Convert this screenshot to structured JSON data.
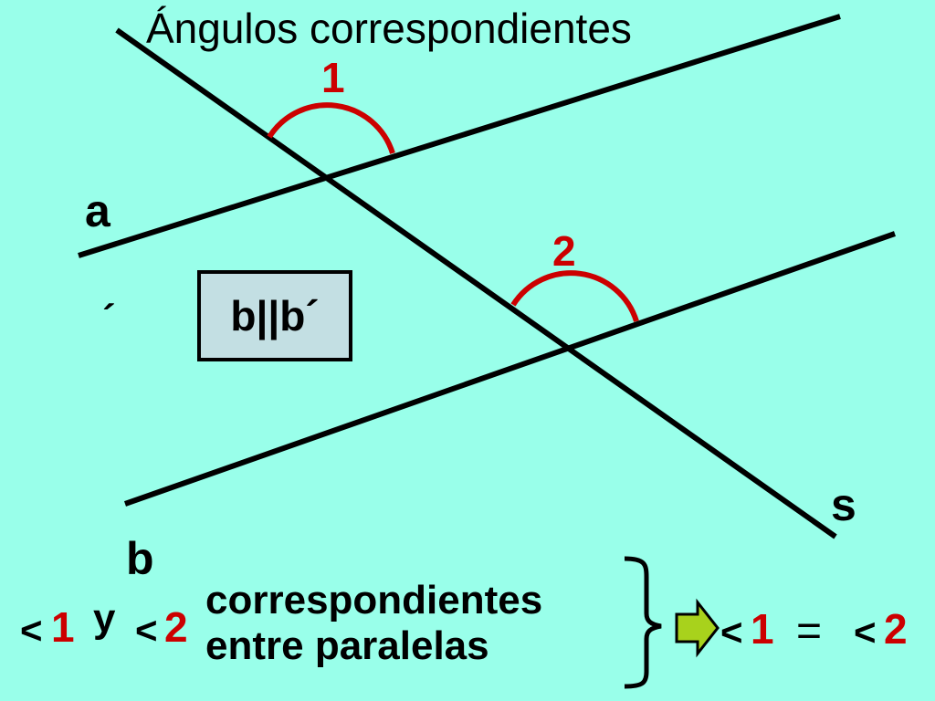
{
  "title": "Ángulos correspondientes",
  "labels": {
    "angle1": "1",
    "angle2": "2",
    "line_a": "a",
    "line_b": "b",
    "line_s": "s",
    "stray_mark": "´"
  },
  "parallel_box": "b||b´",
  "bottom": {
    "lt1": "<",
    "num1": "1",
    "y": "y",
    "lt2": "<",
    "num2": "2",
    "line1": "correspondientes",
    "line2": "entre paralelas",
    "lt3": "<",
    "num3": "1",
    "eq": "=",
    "lt4": "<",
    "num4": "2"
  },
  "colors": {
    "background": "#99ffea",
    "lines": "#000000",
    "arcs": "#cc0000",
    "box_fill": "#c3dfe3",
    "arrow": "#a8d21c"
  },
  "icons": [
    "right-arrow-icon"
  ]
}
